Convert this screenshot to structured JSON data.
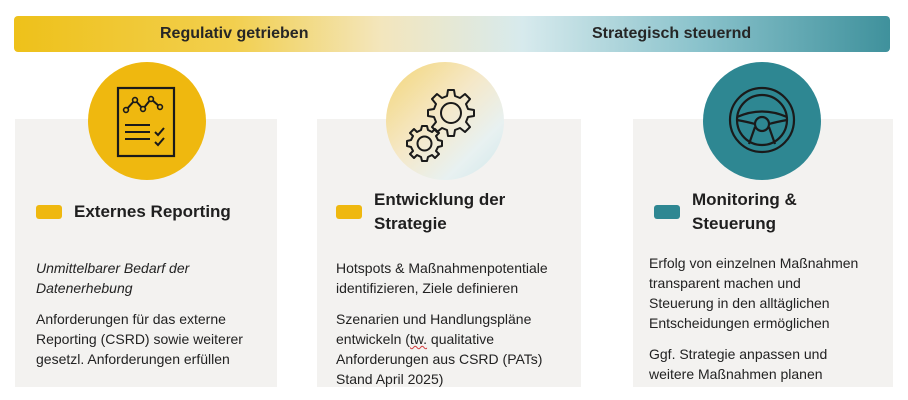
{
  "banner": {
    "left_label": "Regulativ getrieben",
    "right_label": "Strategisch steuernd"
  },
  "cards": [
    {
      "icon": "report-document-icon",
      "color": "#efb80f",
      "title": "Externes Reporting",
      "italic_text": "Unmittelbarer Bedarf der\nDatenerhebung",
      "paragraphs": [
        "Anforderungen für das externe\nReporting (CSRD) sowie weiterer\ngesetzl. Anforderungen erfüllen"
      ]
    },
    {
      "icon": "gears-icon",
      "color": "#efb80f",
      "title": "Entwicklung der Strategie",
      "paragraphs": [
        "Hotspots & Maßnahmenpotentiale\nidentifizieren, Ziele definieren"
      ],
      "para2_a": "Szenarien und Handlungspläne\nentwickeln (",
      "para2_tw": "tw.",
      "para2_b": " qualitative\nAnforderungen aus CSRD (PATs)\nStand April 2025)"
    },
    {
      "icon": "steering-wheel-icon",
      "color": "#2e8792",
      "title": "Monitoring & Steuerung",
      "paragraphs": [
        "Erfolg von einzelnen Maßnahmen\ntransparent machen und\nSteuerung in den alltäglichen\nEntscheidungen ermöglichen",
        "Ggf. Strategie anpassen und\nweitere Maßnahmen planen"
      ]
    }
  ]
}
